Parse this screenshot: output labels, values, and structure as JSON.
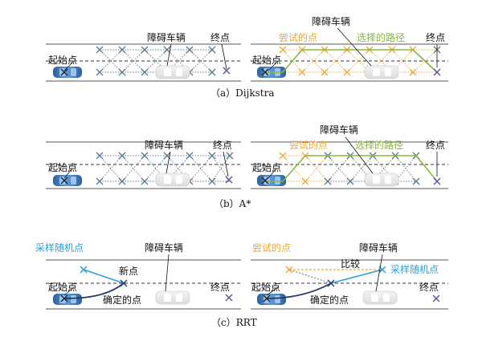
{
  "panels": [
    {
      "caption": "（a）Dijkstra",
      "left": {
        "start": "起始点",
        "obstacle": "障碍车辆",
        "end": "终点"
      },
      "right": {
        "start": "起始点",
        "obstacle": "障碍车辆",
        "end": "终点",
        "tried": "尝试的点",
        "path": "选择的路径"
      }
    },
    {
      "caption": "（b）A*",
      "left": {
        "start": "起始点",
        "obstacle": "障碍车辆",
        "end": "终点"
      },
      "right": {
        "start": "起始点",
        "obstacle": "障碍车辆",
        "end": "终点",
        "tried": "尝试的点",
        "path": "选择的路径"
      }
    },
    {
      "caption": "（c）RRT",
      "left": {
        "start": "起始点",
        "obstacle": "障碍车辆",
        "end": "终点",
        "sample": "采样随机点",
        "new_point": "新点",
        "confirmed": "确定的点"
      },
      "right": {
        "start": "起始点",
        "obstacle": "障碍车辆",
        "end": "终点",
        "tried": "尝试的点",
        "compare": "比较",
        "sample": "采样随机点",
        "confirmed": "确定的点"
      }
    }
  ],
  "colors": {
    "grid": "#5a7a8c",
    "tried": "#f0a830",
    "path": "#8ab63c",
    "goal": "#6a4c9c",
    "sample": "#2aa0d8",
    "tree": "#2a3a6c",
    "car": "#3a78c0"
  },
  "icons": [
    "ego-car-icon",
    "obstacle-car-icon",
    "goal-marker-icon"
  ]
}
